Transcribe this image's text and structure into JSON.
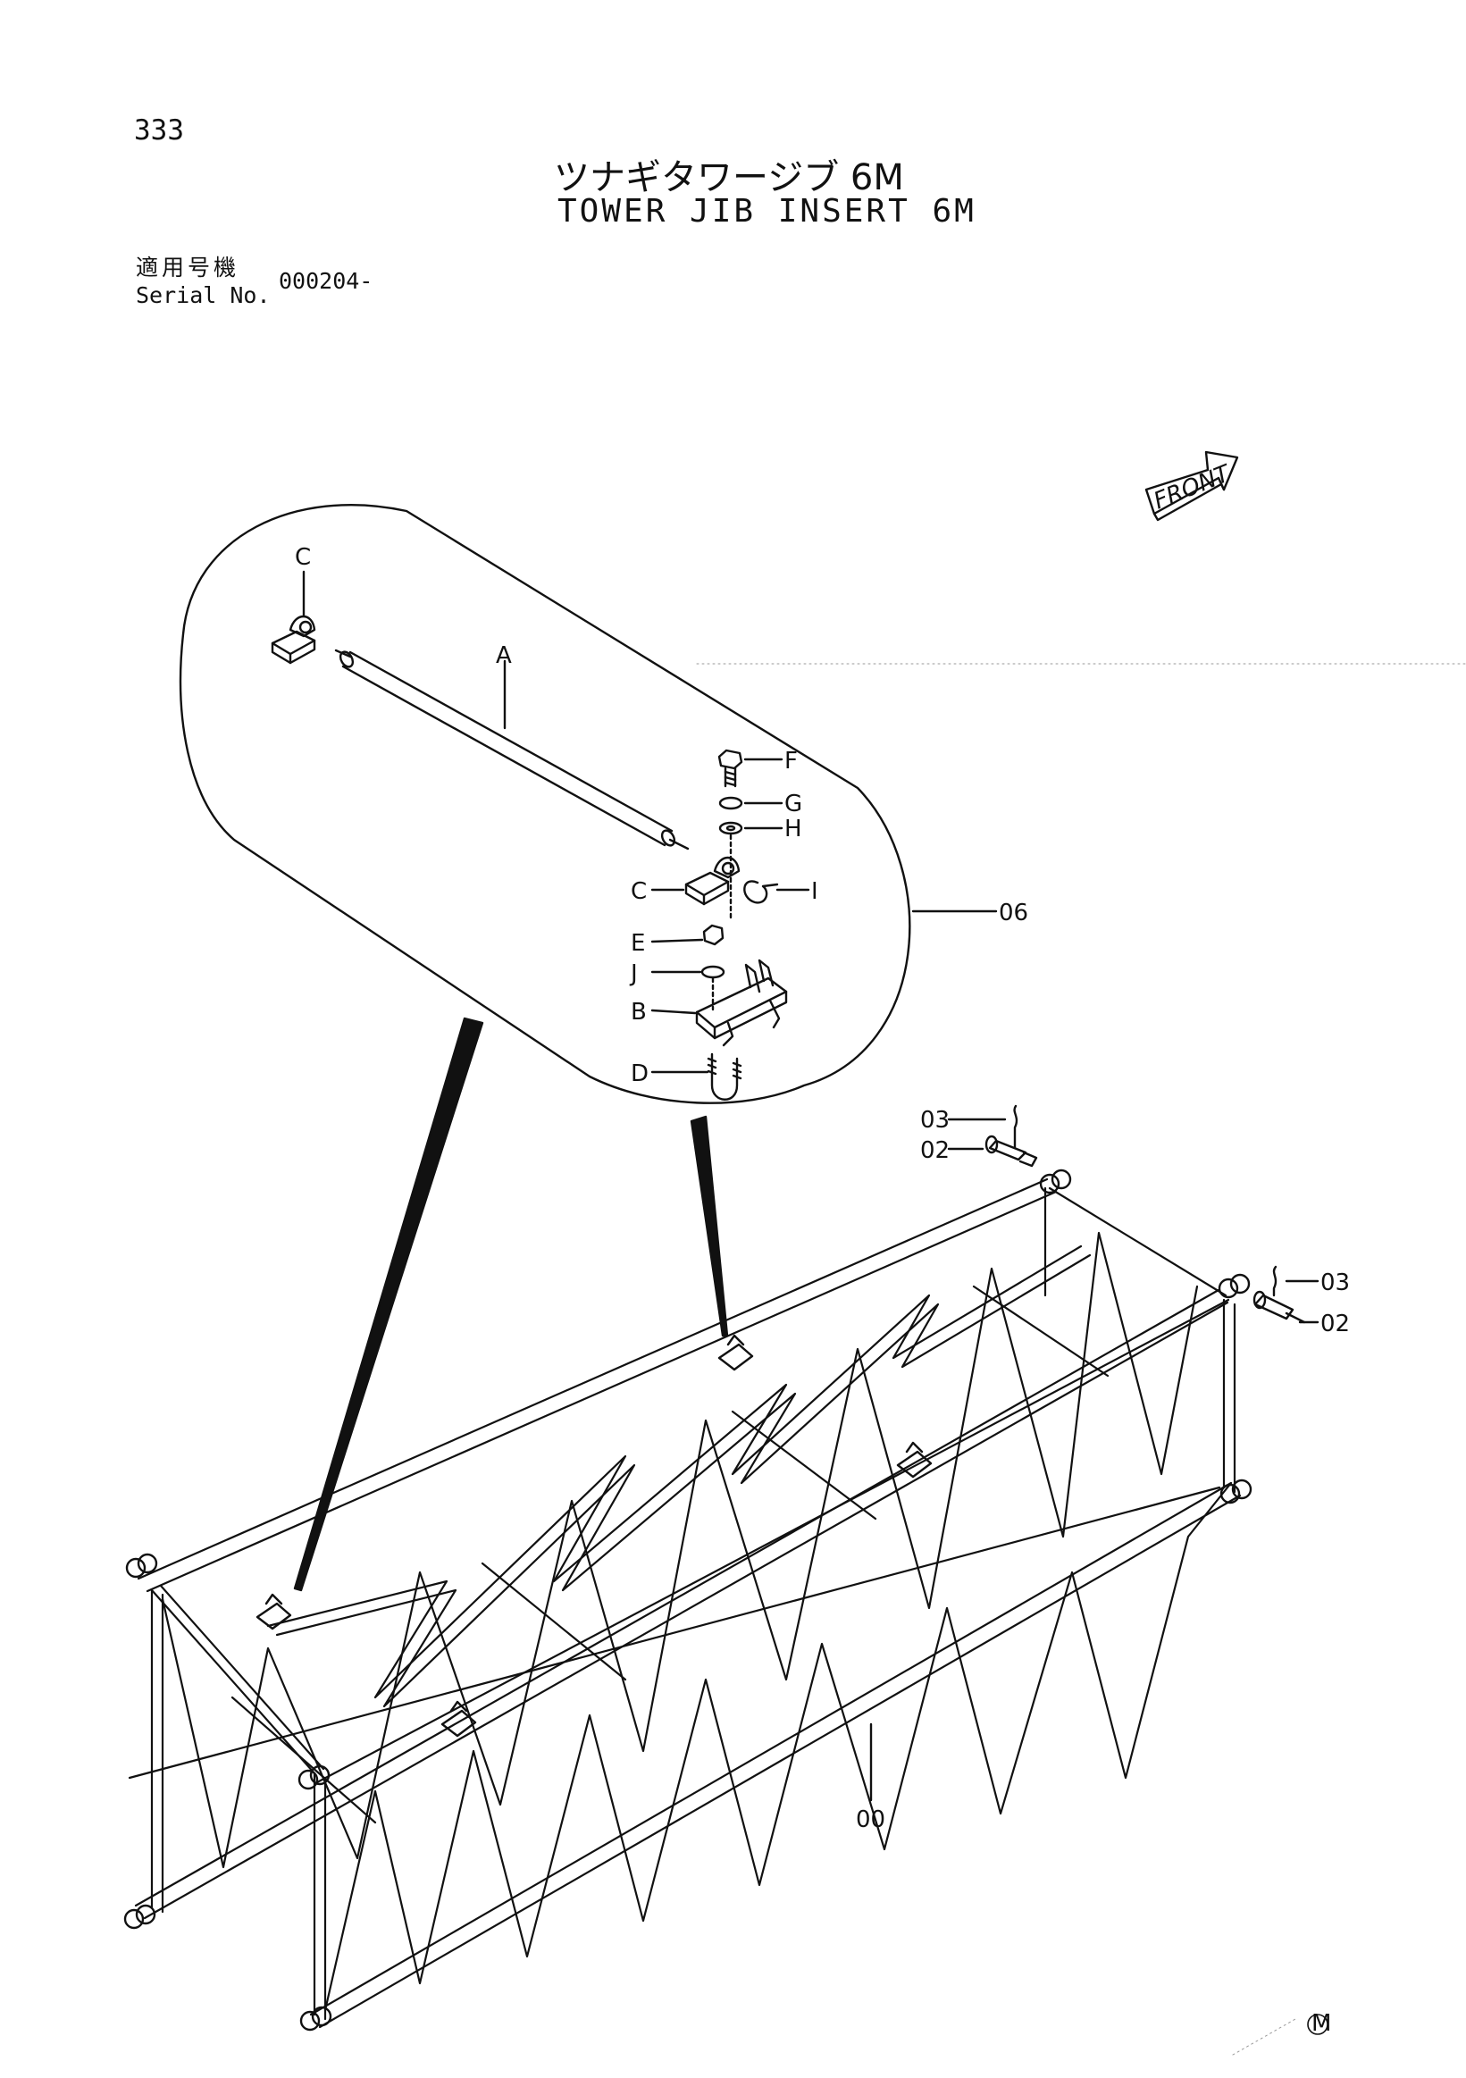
{
  "header": {
    "page_number": "333",
    "title_jp": "ツナギタワージブ 6M",
    "title_en": "TOWER JIB INSERT 6M",
    "serial_label_jp": "適用号機",
    "serial_label_en": "Serial No.",
    "serial_value": "000204-"
  },
  "front_label": "FRONT",
  "detail_callouts": {
    "c_top": "C",
    "a": "A",
    "f": "F",
    "g": "G",
    "h": "H",
    "c_bottom": "C",
    "i": "I",
    "e": "E",
    "j": "J",
    "b": "B",
    "d": "D",
    "group": "06"
  },
  "part_callouts": {
    "p03a": "03",
    "p02a": "02",
    "p03b": "03",
    "p02b": "02",
    "p00": "00"
  },
  "footer_mark": "M"
}
